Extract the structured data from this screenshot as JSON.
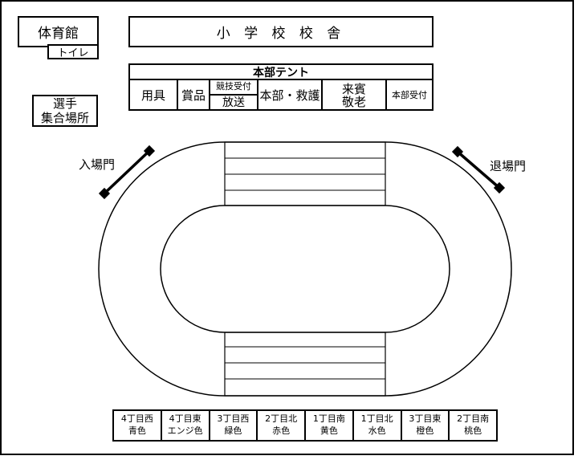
{
  "buildings": {
    "gym": "体育館",
    "toilet": "トイレ",
    "school": "小 学 校 校 舎",
    "assembly": [
      "選手",
      "集合場所"
    ]
  },
  "tent": {
    "title": "本部テント",
    "cells": [
      {
        "label": "用具"
      },
      {
        "label": "賞品"
      },
      {
        "top": "競技受付",
        "bottom": "放送"
      },
      {
        "label": "本部・救護"
      },
      {
        "lines": [
          "来賓",
          "敬老"
        ]
      },
      {
        "label": "本部受付"
      }
    ]
  },
  "gates": {
    "entrance": "入場門",
    "exit": "退場門"
  },
  "teams": [
    {
      "area": "4丁目西",
      "color": "青色"
    },
    {
      "area": "4丁目東",
      "color": "エンジ色"
    },
    {
      "area": "3丁目西",
      "color": "緑色"
    },
    {
      "area": "2丁目北",
      "color": "赤色"
    },
    {
      "area": "1丁目南",
      "color": "黄色"
    },
    {
      "area": "1丁目北",
      "color": "水色"
    },
    {
      "area": "3丁目東",
      "color": "橙色"
    },
    {
      "area": "2丁目南",
      "color": "桃色"
    }
  ]
}
